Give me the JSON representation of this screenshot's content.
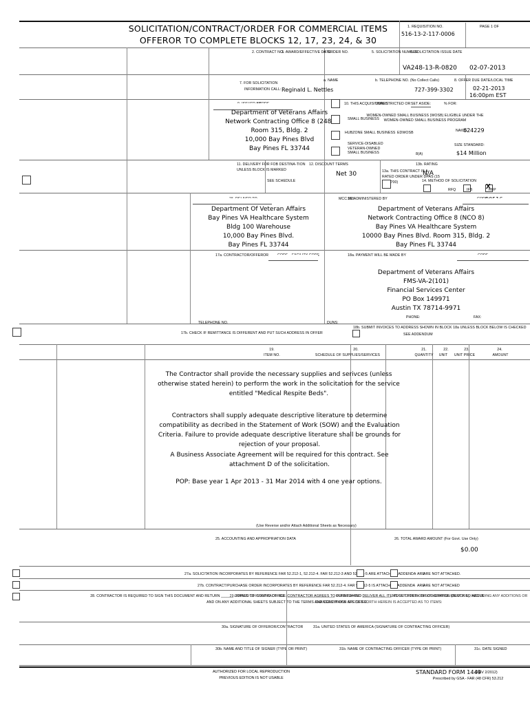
{
  "form": {
    "title_line1": "SOLICITATION/CONTRACT/ORDER FOR COMMERCIAL ITEMS",
    "title_line2": "OFFEROR TO COMPLETE BLOCKS 12, 17, 23, 24, & 30",
    "page_of_label": "PAGE 1 OF",
    "page_of_value": "1"
  },
  "block1": {
    "label": "1. REQUISITION NO.",
    "value": "516-13-2-117-0006"
  },
  "block2": {
    "label": "2. CONTRACT NO.",
    "value": ""
  },
  "block3": {
    "label": "3. AWARD/EFFECTIVE DATE",
    "value": ""
  },
  "block4": {
    "label": "4. ORDER NO.",
    "value": ""
  },
  "block5": {
    "label": "5. SOLICITATION NUMBER",
    "value": "VA248-13-R-0820"
  },
  "block6": {
    "label": "6. SOLICITATION ISSUE DATE",
    "value": "02-07-2013"
  },
  "block7": {
    "label_line1": "7. FOR SOLICITATION",
    "label_line2": "INFORMATION CALL:",
    "name_label": "a. NAME",
    "name_value": "Reginald L. Nettles",
    "phone_label": "b. TELEPHONE NO. (No Collect Calls)",
    "phone_value": "727-399-3302"
  },
  "block8": {
    "label": "8. OFFER DUE DATE/LOCAL TIME",
    "value_line1": "02-21-2013",
    "value_line2": "16:00pm EST"
  },
  "block9": {
    "label": "9. ISSUED BY",
    "code_label": "CODE",
    "code_value": "",
    "address": [
      "Department of Veterans Affairs",
      "Network Contracting Office 8  (248)",
      "Room 315, Bldg. 2",
      "10,000 Bay Pines Blvd",
      "Bay Pines FL 33744"
    ]
  },
  "block10": {
    "label": "10. THIS ACQUISITION IS",
    "unrestricted_label": "UNRESTRICTED OR",
    "setaside_label": "SET ASIDE:",
    "pct_label": "% FOR:",
    "options": [
      {
        "name": "small-business",
        "label": "SMALL BUSINESS"
      },
      {
        "name": "hubzone-small-business",
        "label": "HUBZONE SMALL BUSINESS"
      },
      {
        "name": "service-disabled-veteran-owned",
        "label": "SERVICE-DISABLED VETERAN-OWNED SMALL BUSINESS"
      },
      {
        "name": "women-owned-small-business",
        "label": "WOMEN-OWNED SMALL BUSINESS (WOSB) ELIGIBLE UNDER THE WOMEN-OWNED SMALL BUSINESS PROGRAM"
      },
      {
        "name": "edwosb",
        "label": "EDWOSB"
      },
      {
        "name": "eight-a",
        "label": "8(A)"
      }
    ],
    "naics_label": "NAICS:",
    "naics_value": "624229",
    "size_standard_label": "SIZE STANDARD:",
    "size_standard_value": "$14 Million"
  },
  "block11": {
    "label": "11. DELIVERY FOR FOB DESTINA-TION UNLESS BLOCK IS MARKED",
    "see_schedule": "SEE SCHEDULE"
  },
  "block12": {
    "label": "12. DISCOUNT TERMS",
    "value": "Net 30"
  },
  "block13a": {
    "label": "13a. THIS CONTRACT IS A RATED ORDER UNDER DPAS (15 CFR 700)"
  },
  "block13b": {
    "label": "13b. RATING",
    "value": "N/A"
  },
  "block14": {
    "label": "14. METHOD OF SOLICITATION",
    "options": [
      {
        "name": "rfq",
        "label": "RFQ",
        "checked": false
      },
      {
        "name": "ifb",
        "label": "IFB",
        "checked": false
      },
      {
        "name": "rfp",
        "label": "RFP",
        "checked": true
      }
    ]
  },
  "block15": {
    "label": "15. DELIVER TO",
    "code_label": "CODE",
    "code_value": "MCC:985",
    "address": [
      "Department Of Veteran Affairs",
      "Bay Pines VA Healthcare System",
      "Bldg 100 Warehouse",
      "10,000 Bay Pines Blvd.",
      "Bay Pines FL 33744"
    ]
  },
  "block16": {
    "label": "16. ADMINISTERED BY",
    "code_label": "CODE",
    "code_value": "00516",
    "address": [
      "Department of Veterans Affairs",
      "Network Contracting Office 8 (NCO 8)",
      "Bay Pines VA Healthcare System",
      "10000 Bay Pines Blvd. Room 315, Bldg. 2",
      "Bay Pines FL 33744"
    ]
  },
  "block17a": {
    "label": "17a. CONTRACTOR/OFFEROR",
    "code_label": "CODE",
    "facility_label": "FACILITY CODE",
    "phone_label": "TELEPHONE NO.",
    "duns_label": "DUNS:"
  },
  "block17b": {
    "label": "17b. CHECK IF REMITTANCE IS DIFFERENT AND PUT SUCH ADDRESS IN OFFER"
  },
  "block18a": {
    "label": "18a. PAYMENT WILL BE MADE BY",
    "code_label": "CODE",
    "address": [
      "Department of Veterans Affairs",
      "FMS-VA-2(101)",
      "Financial Services Center",
      "PO Box 149971",
      "Austin TX 78714-9971"
    ],
    "phone_label": "PHONE:",
    "fax_label": "FAX:"
  },
  "block18b": {
    "label": "18b. SUBMIT INVOICES TO ADDRESS SHOWN IN BLOCK 18a UNLESS BLOCK BELOW IS CHECKED",
    "addendum_label": "SEE ADDENDUM"
  },
  "schedule": {
    "headers": [
      {
        "name": "item-no",
        "num": "19.",
        "label": "ITEM NO."
      },
      {
        "name": "supplies-services",
        "num": "20.",
        "label": "SCHEDULE OF SUPPLIES/SERVICES"
      },
      {
        "name": "quantity",
        "num": "21.",
        "label": "QUANTITY"
      },
      {
        "name": "unit",
        "num": "22.",
        "label": "UNIT"
      },
      {
        "name": "unit-price",
        "num": "23.",
        "label": "UNIT PRICE"
      },
      {
        "name": "amount",
        "num": "24.",
        "label": "AMOUNT"
      }
    ],
    "paragraphs": [
      "The Contractor shall provide the necessary supplies and serivces (unless otherwise stated herein) to perform the work in the solicitation for the service entitled \"Medical Respite Beds\".",
      "Contractors shall supply adequate descriptive literature to determine compatibility as decribed in the Statement of Work (SOW) and the Evaluation Criteria. Failure to provide adequate descriptive literature shall be grounds for rejection of your proposal.",
      "A Business Associate Agreement will be required for this contract. See attachment D of the solicitation.",
      "POP: Base year 1 Apr 2013 - 31 Mar 2014 with 4 one year options."
    ],
    "footnote": "(Use Reverse and/or Attach Additional Sheets as Necessary)"
  },
  "block25": {
    "label": "25. ACCOUNTING AND APPROPRIATION DATA"
  },
  "block26": {
    "label": "26. TOTAL AWARD AMOUNT (For Govt. Use Only)",
    "value": "$0.00"
  },
  "block27a": {
    "label": "27a. SOLICITATION INCORPORATES BY REFERENCE FAR 52.212-1, 52.212-4. FAR 52.212-3 AND 52.212-5 ARE ATTACHED.  ADDENDA",
    "are_label": "ARE",
    "are_not_label": "ARE NOT ATTACHED."
  },
  "block27b": {
    "label": "27b. CONTRACT/PURCHASE ORDER INCORPORATES BY REFERENCE FAR 52.212-4. FAR 52.212-5 IS ATTACHED.  ADDENDA",
    "are_label": "ARE",
    "are_not_label": "ARE NOT ATTACHED"
  },
  "block28": {
    "lines": [
      "28. CONTRACTOR IS REQUIRED TO SIGN THIS DOCUMENT AND RETURN ______ COPIES TO ISSUING OFFICE.  CONTRACTOR AGREES TO FURNISH AND DELIVER ALL ITEMS SET FORTH OR OTHERWISE IDENTIFIED ABOVE AND ON ANY ADDITIONAL SHEETS SUBJECT TO THE TERMS AND CONDITIONS SPECIFIED."
    ]
  },
  "block29": {
    "lines": [
      "29. AWARD OF CONTRACT: REF. _______________________ OFFER DATED ______________.  YOUR OFFER ON SOLICITATION (BLOCK 5), INCLUDING ANY ADDITIONS OR CHANGES WHICH ARE SET FORTH HEREIN IS ACCEPTED AS TO ITEMS:"
    ]
  },
  "block30a": {
    "label": "30a. SIGNATURE OF OFFEROR/CONTRACTOR"
  },
  "block31a": {
    "label": "31a. UNITED STATES OF AMERICA (SIGNATURE OF CONTRACTING OFFICER)"
  },
  "block30b": {
    "label": "30b. NAME AND TITLE OF SIGNER (TYPE OR PRINT)"
  },
  "block30c": {
    "label": "30c. DATE SIGNED"
  },
  "block31b": {
    "label": "31b. NAME OF CONTRACTING OFFICER (TYPE OR PRINT)"
  },
  "block31c": {
    "label": "31c. DATE SIGNED"
  },
  "footer": {
    "left_line1": "AUTHORIZED FOR LOCAL REPRODUCTION",
    "left_line2": "PREVIOUS EDITION IS NOT USABLE",
    "right_line1": "STANDARD FORM 1449",
    "right_rev": "(REV 2/2012)",
    "right_line2": "Prescribed by GSA - FAR (48 CFR) 53.212"
  }
}
